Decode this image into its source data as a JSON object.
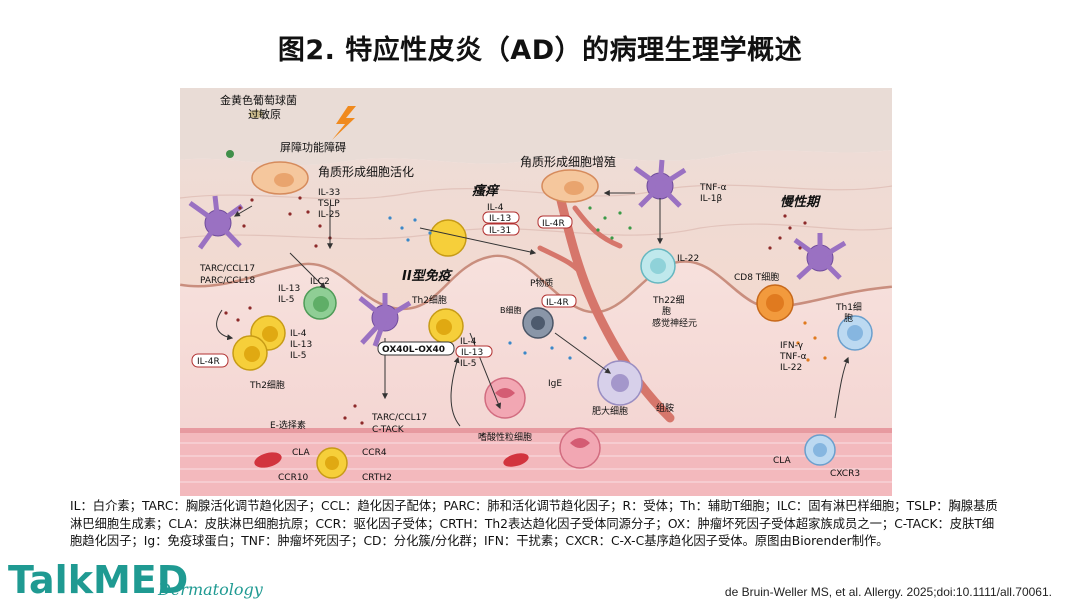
{
  "title": "图2. 特应性皮炎（AD）的病理生理学概述",
  "labels": {
    "staph": "金黄色葡萄球菌",
    "allergen": "过敏原",
    "barrier": "屏障功能障碍",
    "keratino_act": "角质形成细胞活化",
    "keratino_prolif": "角质形成细胞增殖",
    "il33": "IL-33",
    "tslp": "TSLP",
    "il25": "IL-25",
    "itch": "瘙痒",
    "chronic": "慢性期",
    "il4_top": "IL-4",
    "il13_top": "IL-13",
    "il31_top": "IL-31",
    "il4r_top": "IL-4R",
    "tnfa_top": "TNF-α",
    "il1b_top": "IL-1β",
    "il22_top": "IL-22",
    "tarc": "TARC/CCL17",
    "parc": "PARC/CCL18",
    "ilc2": "ILC2",
    "il13_ilc": "IL-13",
    "il5_ilc": "IL-5",
    "type2": "II型免疫",
    "substance_p": "P物质",
    "th2cell_mid": "Th2细胞",
    "bcell": "B细胞",
    "il4r_mid": "IL-4R",
    "th22": "Th22细",
    "th22b": "胞",
    "sensory": "感觉神经元",
    "cd8": "CD8 T细胞",
    "th1": "Th1细",
    "th1b": "胞",
    "il4_l": "IL-4",
    "il13_l": "IL-13",
    "il5_l": "IL-5",
    "il4r_l": "IL-4R",
    "th2cell_l": "Th2细胞",
    "ox40": "OX40L-OX40",
    "il4_m": "IL-4",
    "il13_m": "IL-13",
    "il5_m": "IL-5",
    "ige": "IgE",
    "mast": "肥大细胞",
    "histamine": "组胺",
    "ifng": "IFN-γ",
    "tnfa_r": "TNF-α",
    "il22_r": "IL-22",
    "eselectin": "E-选择素",
    "tarc2": "TARC/CCL17",
    "ctack": "C-TACK",
    "eos": "嗜酸性粒细胞",
    "cla": "CLA",
    "ccr4": "CCR4",
    "ccr10": "CCR10",
    "crth2": "CRTH2",
    "cla_r": "CLA",
    "cxcr3": "CXCR3"
  },
  "caption": "IL：白介素；TARC：胸腺活化调节趋化因子；CCL：趋化因子配体；PARC：肺和活化调节趋化因子；R：受体；Th：辅助T细胞；ILC：固有淋巴样细胞；TSLP：胸腺基质淋巴细胞生成素；CLA：皮肤淋巴细胞抗原；CCR：驱化因子受体；CRTH：Th2表达趋化因子受体同源分子；OX：肿瘤坏死因子受体超家族成员之一；C-TACK：皮肤T细胞趋化因子；Ig：免疫球蛋白；TNF：肿瘤坏死因子；CD：分化簇/分化群；IFN：干扰素；CXCR：C-X-C基序趋化因子受体。原图由Biorender制作。",
  "logo": {
    "main": "TalkMED",
    "sub": "Dermatology"
  },
  "reference": "de Bruin-Weller MS, et al. Allergy. 2025;doi:10.1111/all.70061."
}
